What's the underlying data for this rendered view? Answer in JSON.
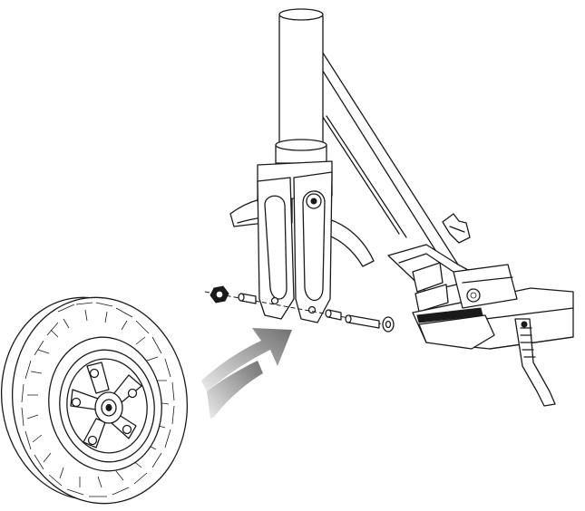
{
  "figure": {
    "kind": "exploded assembly illustration",
    "parts": [
      "scooter-front-fork",
      "steering-tube",
      "frame-deck",
      "folding-knob",
      "kickstand",
      "axle-bolt",
      "spacer",
      "washer",
      "nut",
      "front-wheel"
    ],
    "arrow_icon": "curved-arrow-icon",
    "colors": {
      "line": "#1a1a1a",
      "fill": "#ffffff",
      "arrow_dark": "#707070",
      "arrow_light": "#ececec"
    }
  }
}
